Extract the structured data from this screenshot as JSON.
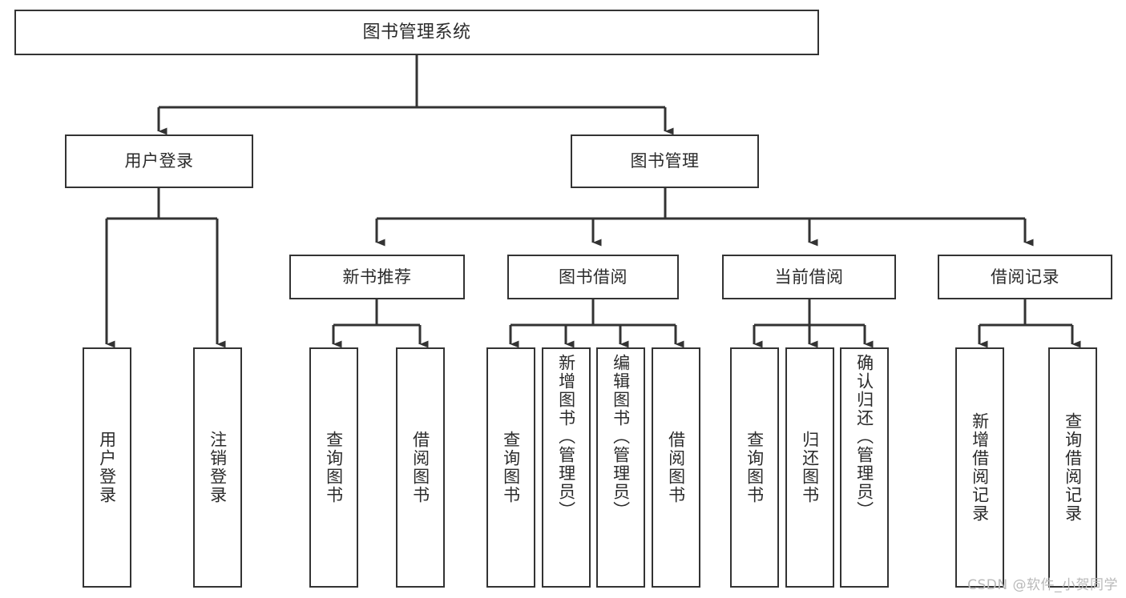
{
  "diagram": {
    "title": "图书管理系统",
    "type": "hierarchy-tree",
    "watermark": "CSDN @软件_小贺同学",
    "colors": {
      "box_border": "#333333",
      "box_fill": "#ffffff",
      "edge": "#333333",
      "text": "#2b2b2b",
      "watermark": "#b9b9b9",
      "background": "#ffffff"
    },
    "root": {
      "label": "图书管理系统"
    },
    "level2": [
      {
        "label": "用户登录"
      },
      {
        "label": "图书管理"
      }
    ],
    "level3": [
      {
        "label": "新书推荐"
      },
      {
        "label": "图书借阅"
      },
      {
        "label": "当前借阅"
      },
      {
        "label": "借阅记录"
      }
    ],
    "leaves": {
      "user_login": [
        {
          "label": "用户登录"
        },
        {
          "label": "注销登录"
        }
      ],
      "new_book_recommend": [
        {
          "label": "查询图书"
        },
        {
          "label": "借阅图书"
        }
      ],
      "book_borrow": [
        {
          "label": "查询图书"
        },
        {
          "label": "新增图书（管理员）"
        },
        {
          "label": "编辑图书（管理员）"
        },
        {
          "label": "借阅图书"
        }
      ],
      "current_borrow": [
        {
          "label": "查询图书"
        },
        {
          "label": "归还图书"
        },
        {
          "label": "确认归还（管理员）"
        }
      ],
      "borrow_record": [
        {
          "label": "新增借阅记录"
        },
        {
          "label": "查询借阅记录"
        }
      ]
    }
  }
}
